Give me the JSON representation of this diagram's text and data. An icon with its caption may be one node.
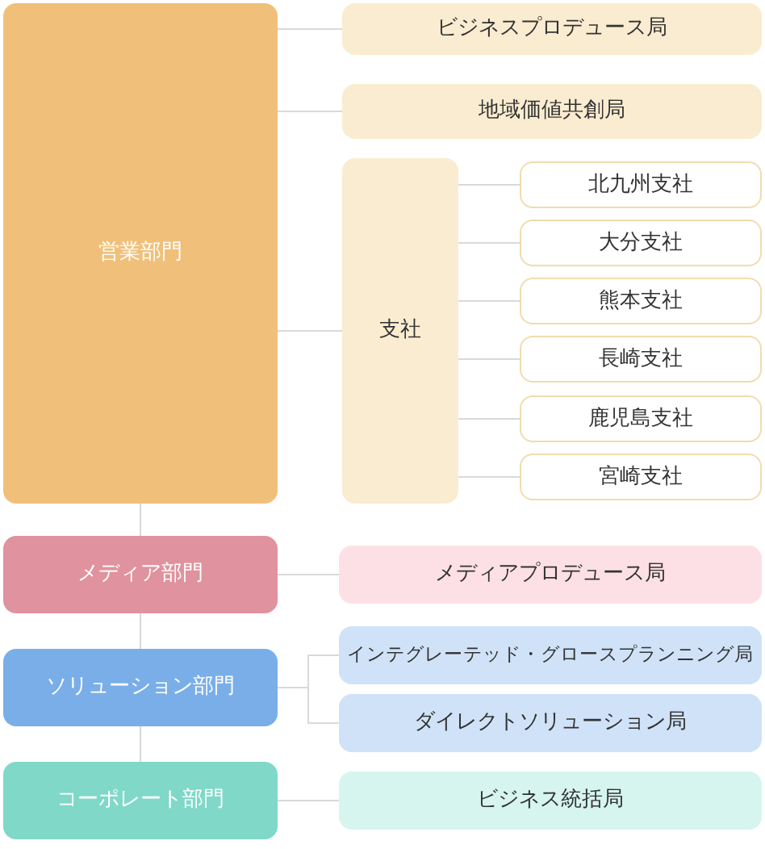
{
  "diagram": {
    "nodes": [
      {
        "text": [
          "営業部門"
        ]
      },
      {
        "text": [
          "ビジネスプロデュース局"
        ]
      },
      {
        "text": [
          "地域価値共創局"
        ]
      },
      {
        "text": [
          "支社"
        ]
      },
      {
        "text": [
          "北九州支社"
        ]
      },
      {
        "text": [
          "大分支社"
        ]
      },
      {
        "text": [
          "熊本支社"
        ]
      },
      {
        "text": [
          "長崎支社"
        ]
      },
      {
        "text": [
          "鹿児島支社"
        ]
      },
      {
        "text": [
          "宮崎支社"
        ]
      },
      {
        "text": [
          "メディア部門"
        ]
      },
      {
        "text": [
          "メディアプロデュース局"
        ]
      },
      {
        "text": [
          "ソリューション部門"
        ]
      },
      {
        "text": [
          "インテグレーテッド・グロースプランニング局"
        ]
      },
      {
        "text": [
          "ダイレクトソリューション局"
        ]
      },
      {
        "text": [
          "コーポレート部門"
        ]
      },
      {
        "text": [
          "ビジネス統括局"
        ]
      }
    ],
    "edges": [
      {
        "from": 0,
        "to": 1,
        "arrow": "none"
      },
      {
        "from": 0,
        "to": 2,
        "arrow": "none"
      },
      {
        "from": 0,
        "to": 3,
        "arrow": "none"
      },
      {
        "from": 3,
        "to": 4,
        "arrow": "none"
      },
      {
        "from": 3,
        "to": 5,
        "arrow": "none"
      },
      {
        "from": 3,
        "to": 6,
        "arrow": "none"
      },
      {
        "from": 3,
        "to": 7,
        "arrow": "none"
      },
      {
        "from": 3,
        "to": 8,
        "arrow": "none"
      },
      {
        "from": 3,
        "to": 9,
        "arrow": "none"
      },
      {
        "from": 0,
        "to": 10,
        "arrow": "none"
      },
      {
        "from": 10,
        "to": 11,
        "arrow": "none"
      },
      {
        "from": 10,
        "to": 12,
        "arrow": "none"
      },
      {
        "from": 12,
        "to": 13,
        "arrow": "none"
      },
      {
        "from": 12,
        "to": 14,
        "arrow": "none"
      },
      {
        "from": 12,
        "to": 15,
        "arrow": "none"
      },
      {
        "from": 15,
        "to": 16,
        "arrow": "none"
      }
    ]
  }
}
